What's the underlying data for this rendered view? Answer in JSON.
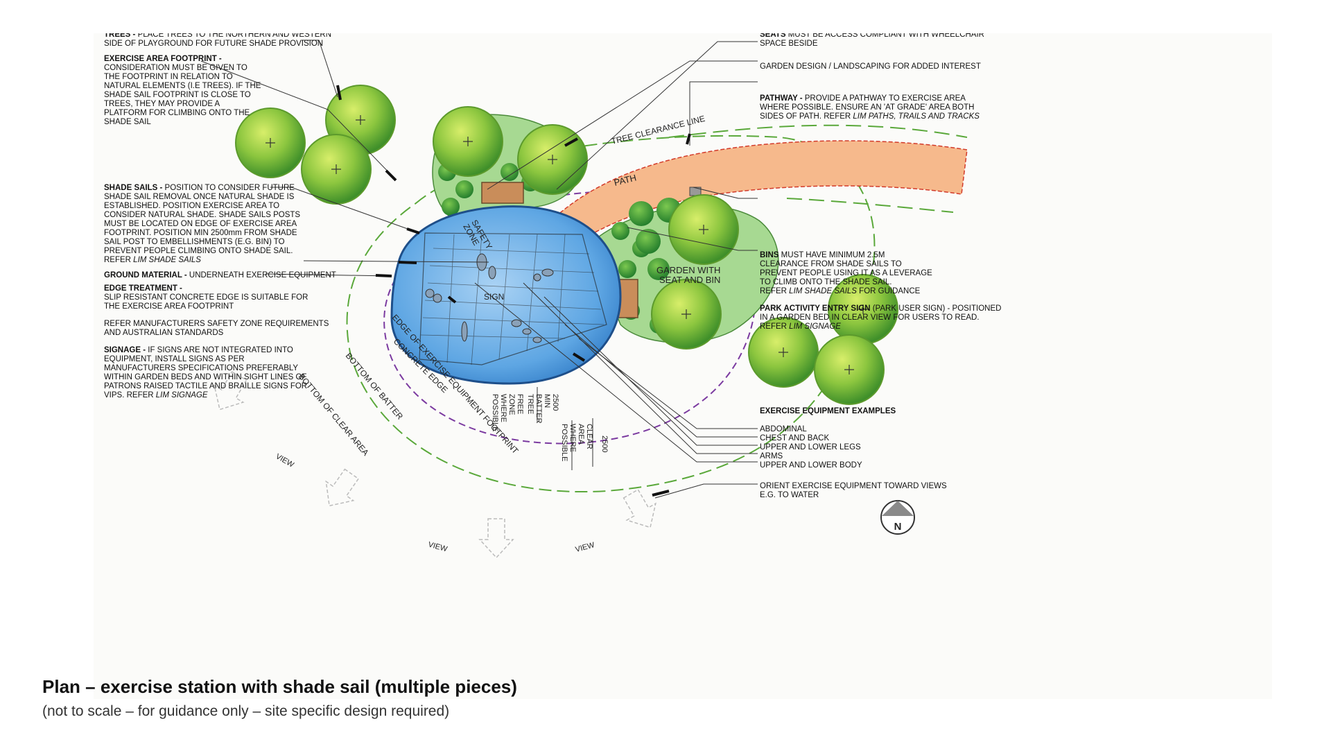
{
  "notes": {
    "trees": {
      "head": "TREES -",
      "lines": [
        " PLACE TREES TO THE NORTHERN AND WESTERN",
        "SIDE OF PLAYGROUND FOR FUTURE SHADE PROVISION"
      ]
    },
    "footprint": {
      "head": "EXERCISE AREA FOOTPRINT -",
      "lines": [
        "CONSIDERATION MUST BE GIVEN TO",
        "THE FOOTPRINT IN RELATION TO",
        "NATURAL ELEMENTS (I.E TREES).  IF THE",
        "SHADE SAIL FOOTPRINT IS CLOSE TO",
        "TREES, THEY MAY PROVIDE A",
        "PLATFORM FOR CLIMBING ONTO THE",
        "SHADE SAIL"
      ]
    },
    "shade_sails": {
      "head": "SHADE SAILS -",
      "lines": [
        " POSITION TO CONSIDER FUTURE",
        "SHADE SAIL REMOVAL ONCE NATURAL SHADE IS",
        "ESTABLISHED. POSITION EXERCISE AREA TO",
        "CONSIDER NATURAL SHADE. SHADE SAILS POSTS",
        "MUST BE LOCATED ON EDGE OF EXERCISE AREA",
        "FOOTPRINT. POSITION MIN 2500mm FROM SHADE",
        "SAIL POST TO EMBELLISHMENTS (E.G. BIN) TO",
        "PREVENT PEOPLE  CLIMBING ONTO SHADE SAIL.",
        "REFER "
      ],
      "ref": "LIM SHADE SAILS"
    },
    "ground": {
      "head": "GROUND MATERIAL -",
      "text": " UNDERNEATH EXERCISE EQUIPMENT"
    },
    "edge": {
      "head": "EDGE TREATMENT -",
      "lines": [
        "SLIP RESISTANT CONCRETE EDGE IS SUITABLE FOR",
        "THE EXERCISE AREA FOOTPRINT"
      ]
    },
    "refer": {
      "lines": [
        "REFER MANUFACTURERS SAFETY ZONE REQUIREMENTS",
        "AND AUSTRALIAN STANDARDS"
      ]
    },
    "signage": {
      "head": "SIGNAGE -",
      "lines": [
        " IF SIGNS ARE NOT INTEGRATED INTO",
        "EQUIPMENT, INSTALL SIGNS AS PER",
        "MANUFACTURERS SPECIFICATIONS PREFERABLY",
        "WITHIN GARDEN BEDS AND WITHIN SIGHT LINES OF",
        "PATRONS RAISED TACTILE AND BRAILLE SIGNS FOR",
        "VIPS. REFER "
      ],
      "ref": "LIM SIGNAGE"
    },
    "seats": {
      "head": "SEATS",
      "lines": [
        " MUST BE ACCESS COMPLIANT WITH WHEELCHAIR",
        "SPACE BESIDE"
      ]
    },
    "garden": {
      "text": "GARDEN DESIGN / LANDSCAPING FOR ADDED INTEREST"
    },
    "pathway": {
      "head": "PATHWAY -",
      "lines": [
        " PROVIDE A PATHWAY TO EXERCISE AREA",
        "WHERE POSSIBLE. ENSURE AN  'AT GRADE' AREA BOTH",
        "SIDES OF PATH. REFER "
      ],
      "ref": "LIM PATHS, TRAILS AND TRACKS"
    },
    "bins": {
      "head": "BINS",
      "lines": [
        " MUST HAVE MINIMUM 2.5M",
        "CLEARANCE FROM SHADE SAILS TO",
        "PREVENT PEOPLE USING IT AS A LEVERAGE",
        "TO CLIMB ONTO THE SHADE SAIL.",
        "REFER "
      ],
      "ref": "LIM SHADE SAILS",
      "tail": " FOR GUIDANCE"
    },
    "entry_sign": {
      "head": "PARK ACTIVITY ENTRY SIGN",
      "lines": [
        " (PARK USER SIGN) - POSITIONED",
        "IN A GARDEN BED IN CLEAR VIEW FOR USERS TO READ.",
        "REFER "
      ],
      "ref": "LIM SIGNAGE"
    },
    "equipment": {
      "head": "EXERCISE EQUIPMENT EXAMPLES",
      "items": [
        "ABDOMINAL",
        "CHEST AND BACK",
        "UPPER AND LOWER LEGS",
        "ARMS",
        "UPPER AND LOWER BODY"
      ]
    },
    "orient": {
      "lines": [
        "ORIENT EXERCISE EQUIPMENT TOWARD VIEWS",
        "E.G. TO WATER"
      ]
    }
  },
  "diagram": {
    "tree_clearance": "TREE CLEARANCE LINE",
    "path": "PATH",
    "garden_bed": [
      "GARDEN WITH",
      "SEAT AND BIN"
    ],
    "safety_zone": [
      "SAFETY",
      "ZONE"
    ],
    "sign": "SIGN",
    "edge_footprint": "EDGE OF EXERCISE EQUIPMENT FOOTPRINT",
    "concrete_edge": "CONCRETE EDGE",
    "bottom_batter": "BOTTOM OF BATTER",
    "bottom_clear": "BOTTOM OF CLEAR AREA",
    "free_zone": [
      "FREE",
      "ZONE",
      "WHERE",
      "POSSIBLE"
    ],
    "batter": [
      "2500",
      "MIN",
      "BATTER",
      "TREE"
    ],
    "clear_area": [
      "CLEAR",
      "AREA",
      "WHERE",
      "POSSIBLE"
    ],
    "dim_2500": "2500",
    "view": "VIEW",
    "north": "N"
  },
  "caption": {
    "title": "Plan – exercise station with shade sail (multiple pieces)",
    "subtitle": "(not to scale – for guidance only – site specific design required)"
  },
  "colors": {
    "sail": "#3f8fd8",
    "tree": "#8cc63f",
    "path": "#f4b58a",
    "garden": "#8fcf7a"
  }
}
